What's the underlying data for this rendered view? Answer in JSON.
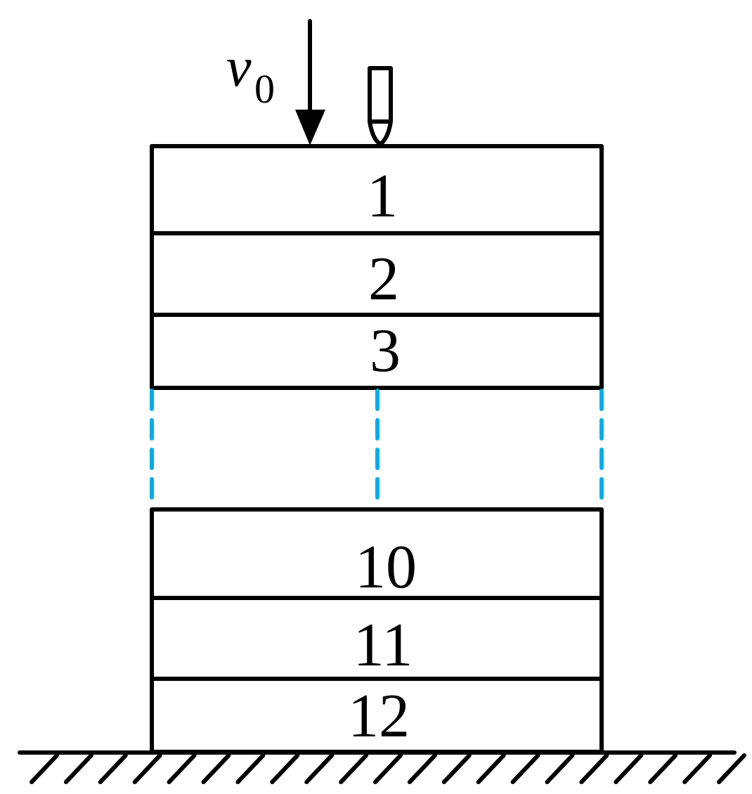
{
  "velocity_label": {
    "symbol": "v",
    "subscript": "0"
  },
  "layers": {
    "top": [
      "1",
      "2",
      "3"
    ],
    "bottom": [
      "10",
      "11",
      "12"
    ]
  },
  "colors": {
    "line": "#000000",
    "dashed_gap": "#00aee8",
    "background": "#ffffff"
  }
}
